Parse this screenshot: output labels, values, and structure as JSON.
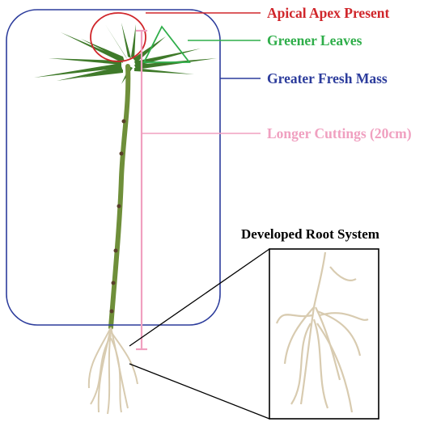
{
  "labels": {
    "apical": "Apical Apex Present",
    "greener": "Greener Leaves",
    "mass": "Greater Fresh Mass",
    "longer": "Longer Cuttings (20cm)",
    "root": "Developed Root System"
  },
  "colors": {
    "apical": "#d0262b",
    "greener": "#2fae4a",
    "mass": "#2c3c9c",
    "longer": "#f0a0c0",
    "root": "#000000",
    "stem": "#6f8f3a",
    "leaf": "#3f7a2a",
    "root_fiber": "#d8cbb0"
  }
}
